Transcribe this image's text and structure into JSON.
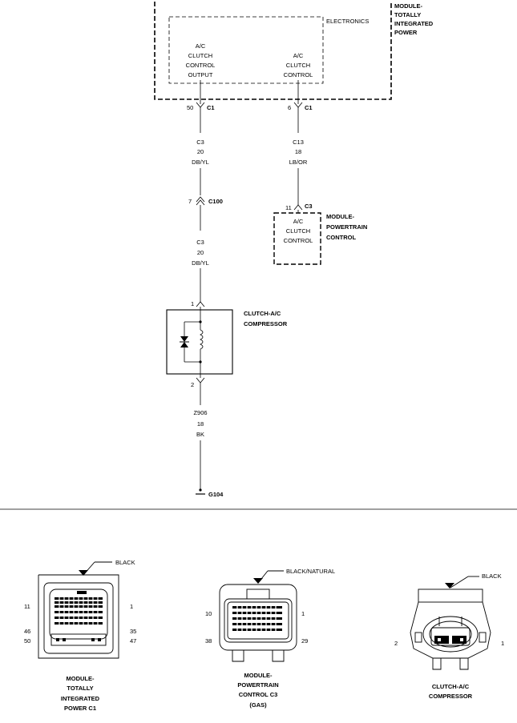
{
  "modules": {
    "tipm": {
      "line1": "MODULE-",
      "line2": "TOTALLY",
      "line3": "INTEGRATED",
      "line4": "POWER"
    },
    "electronics": "ELECTRONICS",
    "output_label": {
      "line1": "A/C",
      "line2": "CLUTCH",
      "line3": "CONTROL",
      "line4": "OUTPUT"
    },
    "control_label": {
      "line1": "A/C",
      "line2": "CLUTCH",
      "line3": "CONTROL"
    },
    "pcm": {
      "line1": "MODULE-",
      "line2": "POWERTRAIN",
      "line3": "CONTROL"
    },
    "pcm_inner": {
      "line1": "A/C",
      "line2": "CLUTCH",
      "line3": "CONTROL"
    },
    "compressor": {
      "line1": "CLUTCH-A/C",
      "line2": "COMPRESSOR"
    }
  },
  "pins": {
    "left_c1": "50",
    "left_c1_conn": "C1",
    "right_c1": "6",
    "right_c1_conn": "C1",
    "c100_pin": "7",
    "c100": "C100",
    "pcm_pin": "11",
    "pcm_conn": "C3",
    "comp_pin1": "1",
    "comp_pin2": "2",
    "ground": "G104"
  },
  "wires": {
    "left_upper": {
      "circuit": "C3",
      "gauge": "20",
      "color": "DB/YL"
    },
    "left_lower": {
      "circuit": "C3",
      "gauge": "20",
      "color": "DB/YL"
    },
    "right": {
      "circuit": "C13",
      "gauge": "18",
      "color": "LB/OR"
    },
    "ground": {
      "circuit": "Z906",
      "gauge": "18",
      "color": "BK"
    }
  },
  "connectors": {
    "tipm": {
      "color": "BLACK",
      "pins": {
        "tl": "11",
        "tr": "1",
        "ml": "46",
        "mr": "35",
        "bl": "50",
        "br": "47"
      },
      "caption": {
        "line1": "MODULE-",
        "line2": "TOTALLY",
        "line3": "INTEGRATED",
        "line4": "POWER C1"
      }
    },
    "pcm": {
      "color": "BLACK/NATURAL",
      "pins": {
        "tl": "10",
        "tr": "1",
        "bl": "38",
        "br": "29"
      },
      "caption": {
        "line1": "MODULE-",
        "line2": "POWERTRAIN",
        "line3": "CONTROL C3",
        "line4": "(GAS)"
      }
    },
    "compressor": {
      "color": "BLACK",
      "pins": {
        "left": "2",
        "right": "1"
      },
      "caption": {
        "line1": "CLUTCH-A/C",
        "line2": "COMPRESSOR"
      }
    }
  }
}
